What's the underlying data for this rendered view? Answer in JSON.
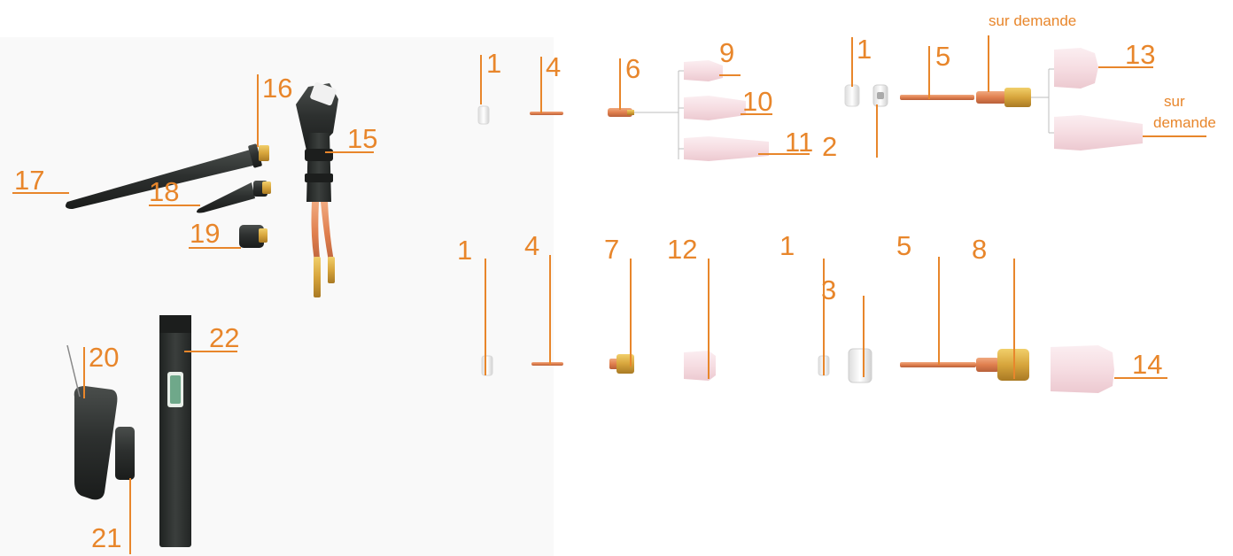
{
  "colors": {
    "accent": "#e8862b",
    "torch_black": "#2d302f",
    "copper": "#e07f4e",
    "brass": "#d7a53c",
    "ceramic_pink": "#f6dde2",
    "white_insulator": "#f0f0f0"
  },
  "on_request": {
    "top": "sur demande",
    "side_line1": "sur",
    "side_line2": "demande"
  },
  "callouts": {
    "c1a": "1",
    "c4a": "4",
    "c6": "6",
    "c9": "9",
    "c10": "10",
    "c11": "11",
    "c1b": "1",
    "c5a": "5",
    "c13": "13",
    "c2": "2",
    "c1c": "1",
    "c4b": "4",
    "c7": "7",
    "c12": "12",
    "c1d": "1",
    "c5b": "5",
    "c8": "8",
    "c14": "14",
    "c3": "3",
    "c16": "16",
    "c15": "15",
    "c17": "17",
    "c18": "18",
    "c19": "19",
    "c20": "20",
    "c21": "21",
    "c22": "22"
  }
}
